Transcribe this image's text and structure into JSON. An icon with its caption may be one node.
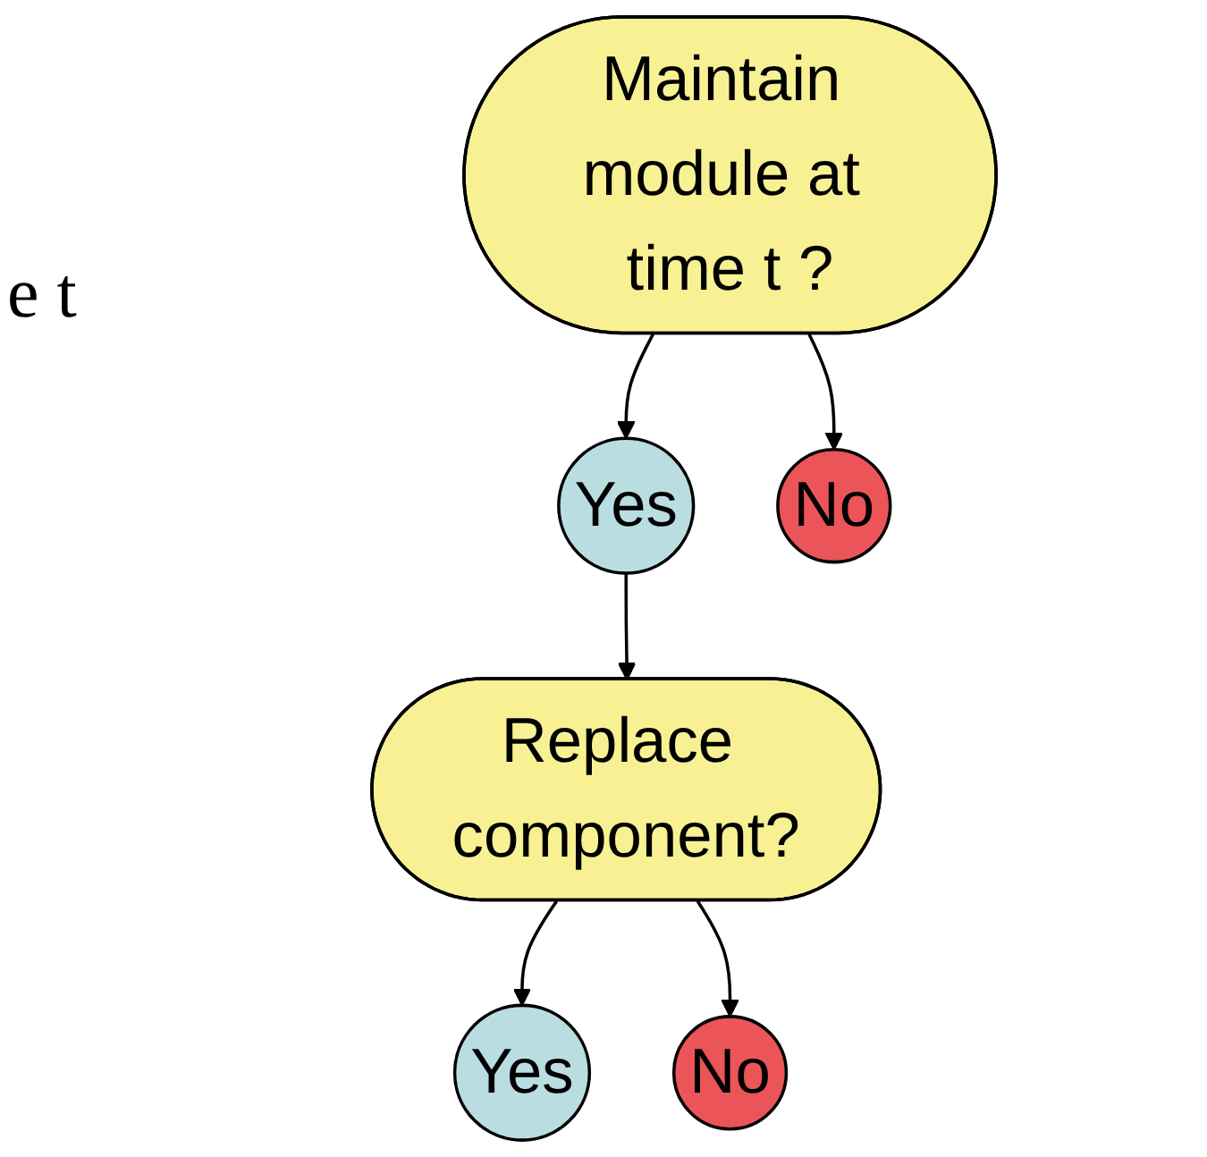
{
  "diagram": {
    "nodes": [
      {
        "text": [
          "Maintain module at time t ?"
        ]
      },
      {
        "text": [
          "Yes"
        ]
      },
      {
        "text": [
          "No"
        ]
      },
      {
        "text": [
          "Replace component?"
        ]
      },
      {
        "text": [
          "Yes"
        ]
      },
      {
        "text": [
          "No"
        ]
      }
    ],
    "edges": [
      {
        "from": 0,
        "to": 1,
        "arrow": "to"
      },
      {
        "from": 0,
        "to": 2,
        "arrow": "to"
      },
      {
        "from": 1,
        "to": 3,
        "arrow": "to"
      },
      {
        "from": 3,
        "to": 4,
        "arrow": "to"
      },
      {
        "from": 3,
        "to": 5,
        "arrow": "to"
      }
    ],
    "labels": [
      "e t"
    ]
  }
}
